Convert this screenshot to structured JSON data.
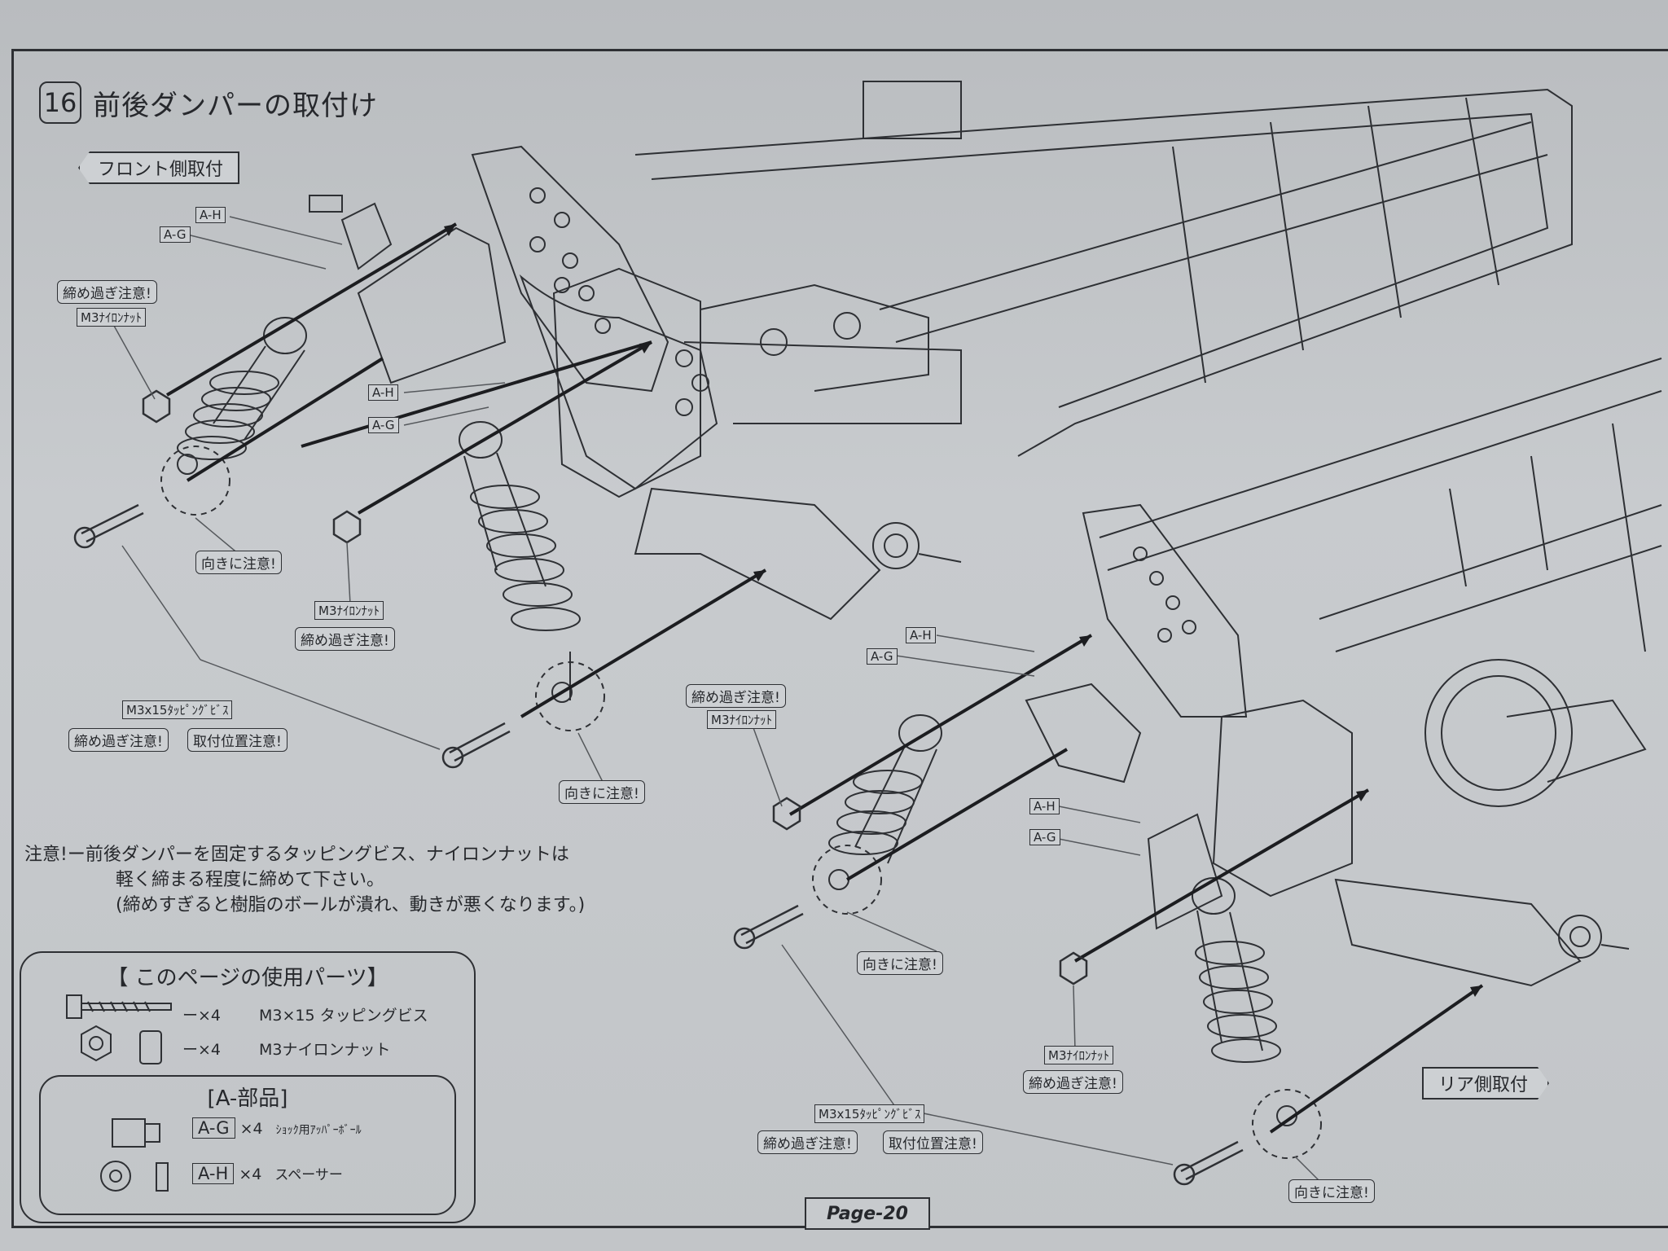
{
  "step": {
    "number": "16",
    "title": "前後ダンパーの取付け"
  },
  "front_label": "フロント側取付",
  "rear_label": "リア側取付",
  "front": {
    "code_ah_top": "A-H",
    "code_ag_top": "A-G",
    "warn_overtighten_1": "締め過ぎ注意!",
    "nut_1": "M3ﾅｲﾛﾝﾅｯﾄ",
    "code_ah_mid": "A-H",
    "code_ag_mid": "A-G",
    "orientation_1": "向きに注意!",
    "nut_2": "M3ﾅｲﾛﾝﾅｯﾄ",
    "warn_overtighten_2": "締め過ぎ注意!",
    "screw": "M3x15ﾀｯﾋﾟﾝｸﾞﾋﾞｽ",
    "warn_overtighten_3": "締め過ぎ注意!",
    "warn_position": "取付位置注意!",
    "orientation_2": "向きに注意!"
  },
  "rear": {
    "code_ah_top": "A-H",
    "code_ag_top": "A-G",
    "warn_overtighten_1": "締め過ぎ注意!",
    "nut_1": "M3ﾅｲﾛﾝﾅｯﾄ",
    "code_ah_mid": "A-H",
    "code_ag_mid": "A-G",
    "orientation_1": "向きに注意!",
    "nut_2": "M3ﾅｲﾛﾝﾅｯﾄ",
    "warn_overtighten_2": "締め過ぎ注意!",
    "screw": "M3x15ﾀｯﾋﾟﾝｸﾞﾋﾞｽ",
    "warn_overtighten_3": "締め過ぎ注意!",
    "warn_position": "取付位置注意!",
    "orientation_2": "向きに注意!"
  },
  "note": {
    "line1": "注意!ー前後ダンパーを固定するタッピングビス、ナイロンナットは",
    "line2": "軽く締まる程度に締めて下さい。",
    "line3": "(締めすぎると樹脂のボールが潰れ、動きが悪くなります。)"
  },
  "parts": {
    "title": "【 このページの使用パーツ】",
    "row1_qty": "ー×4",
    "row1_name": "M3×15 タッピングビス",
    "row2_qty": "ー×4",
    "row2_name": "M3ナイロンナット",
    "sub_title": "[A-部品]",
    "sub_row1_code": "A-G",
    "sub_row1_qty": "×4",
    "sub_row1_name": "ｼｮｯｸ用ｱｯﾊﾟｰﾎﾞｰﾙ",
    "sub_row2_code": "A-H",
    "sub_row2_qty": "×4",
    "sub_row2_name": "スペーサー"
  },
  "page": "Page-20"
}
